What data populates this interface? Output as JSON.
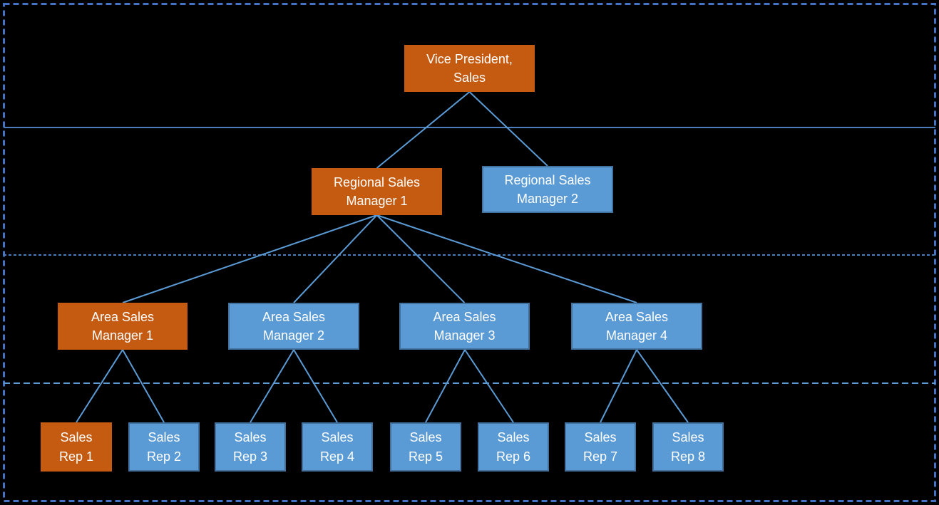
{
  "colors": {
    "background": "#000000",
    "accent_orange": "#C55A11",
    "accent_blue": "#5B9BD5",
    "blue_node_border": "#41719C",
    "connector_line": "#5B9BD5",
    "divider_line": "#4A7EBB",
    "frame_border": "#4472C4"
  },
  "org_chart": {
    "type": "organization-hierarchy",
    "nodes": [
      {
        "id": "vp",
        "label": "Vice President,\nSales",
        "color": "orange",
        "reports_to": null
      },
      {
        "id": "rsm1",
        "label": "Regional Sales\nManager 1",
        "color": "orange",
        "reports_to": "vp"
      },
      {
        "id": "rsm2",
        "label": "Regional Sales\nManager 2",
        "color": "blue",
        "reports_to": "vp"
      },
      {
        "id": "asm1",
        "label": "Area Sales\nManager 1",
        "color": "orange",
        "reports_to": "rsm1"
      },
      {
        "id": "asm2",
        "label": "Area Sales\nManager 2",
        "color": "blue",
        "reports_to": "rsm1"
      },
      {
        "id": "asm3",
        "label": "Area Sales\nManager 3",
        "color": "blue",
        "reports_to": "rsm1"
      },
      {
        "id": "asm4",
        "label": "Area Sales\nManager 4",
        "color": "blue",
        "reports_to": "rsm1"
      },
      {
        "id": "rep1",
        "label": "Sales\nRep 1",
        "color": "orange",
        "reports_to": "asm1"
      },
      {
        "id": "rep2",
        "label": "Sales\nRep 2",
        "color": "blue",
        "reports_to": "asm1"
      },
      {
        "id": "rep3",
        "label": "Sales\nRep 3",
        "color": "blue",
        "reports_to": "asm2"
      },
      {
        "id": "rep4",
        "label": "Sales\nRep 4",
        "color": "blue",
        "reports_to": "asm2"
      },
      {
        "id": "rep5",
        "label": "Sales\nRep 5",
        "color": "blue",
        "reports_to": "asm3"
      },
      {
        "id": "rep6",
        "label": "Sales\nRep 6",
        "color": "blue",
        "reports_to": "asm3"
      },
      {
        "id": "rep7",
        "label": "Sales\nRep 7",
        "color": "blue",
        "reports_to": "asm4"
      },
      {
        "id": "rep8",
        "label": "Sales\nRep 8",
        "color": "blue",
        "reports_to": "asm4"
      }
    ]
  }
}
